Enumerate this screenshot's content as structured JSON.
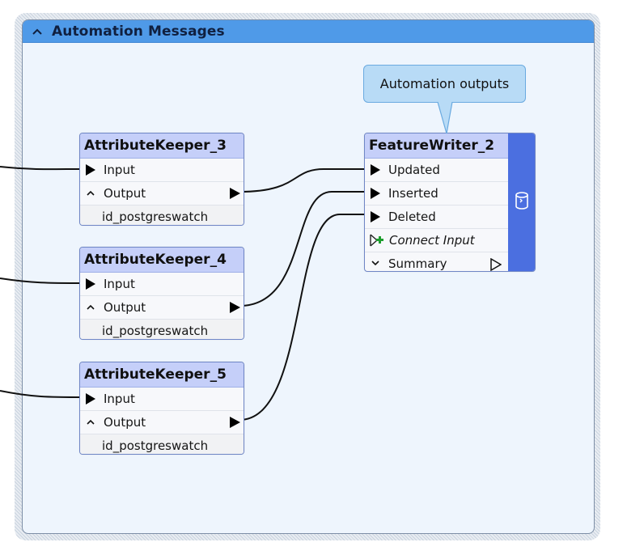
{
  "bookmark": {
    "title": "Automation Messages",
    "collapse_icon": "chevron-up-icon"
  },
  "annotation": {
    "text": "Automation outputs"
  },
  "transformers": [
    {
      "name": "AttributeKeeper_3",
      "input_label": "Input",
      "output_label": "Output",
      "attribute": "id_postgreswatch"
    },
    {
      "name": "AttributeKeeper_4",
      "input_label": "Input",
      "output_label": "Output",
      "attribute": "id_postgreswatch"
    },
    {
      "name": "AttributeKeeper_5",
      "input_label": "Input",
      "output_label": "Output",
      "attribute": "id_postgreswatch"
    }
  ],
  "writer": {
    "name": "FeatureWriter_2",
    "ports": [
      "Updated",
      "Inserted",
      "Deleted"
    ],
    "connect_input_label": "Connect Input",
    "summary_label": "Summary",
    "side_icon": "database-icon"
  },
  "colors": {
    "header_bar": "#4f9ae8",
    "canvas": "#eef5fd",
    "node_header": "#c5cff9",
    "writer_side": "#4b6fe0",
    "annotation": "#b8dbf6"
  }
}
